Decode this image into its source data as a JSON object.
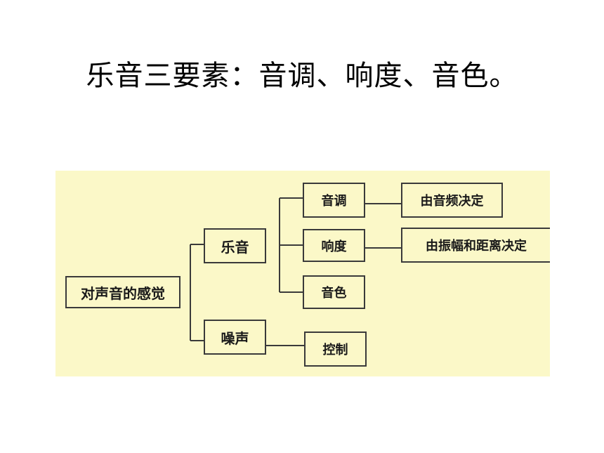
{
  "title": "乐音三要素：音调、响度、音色。",
  "diagram": {
    "root": "对声音的感觉",
    "music": "乐音",
    "noise": "噪声",
    "pitch": "音调",
    "loudness": "响度",
    "timbre": "音色",
    "control": "控制",
    "pitch_desc": "由音频决定",
    "loudness_desc": "由振幅和距离决定"
  },
  "colors": {
    "panel_background": "#fbf8c8",
    "line": "#3a3a3a",
    "text": "#1a1a1a"
  }
}
